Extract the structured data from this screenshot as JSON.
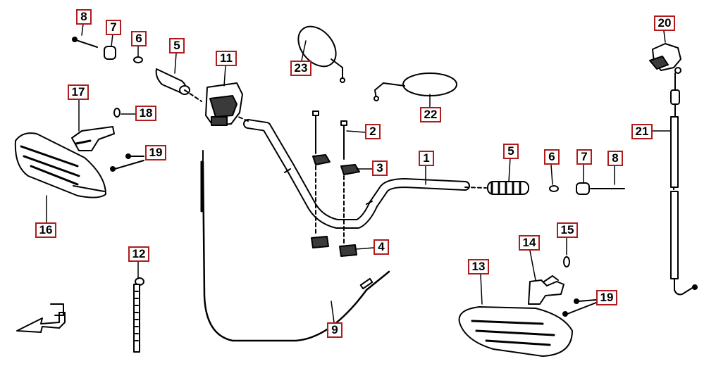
{
  "diagram": {
    "callouts": [
      "1",
      "2",
      "3",
      "4",
      "5",
      "5",
      "6",
      "6",
      "7",
      "7",
      "8",
      "8",
      "9",
      "11",
      "12",
      "13",
      "14",
      "15",
      "16",
      "17",
      "18",
      "19",
      "19",
      "20",
      "21",
      "22",
      "23"
    ],
    "colors": {
      "callout_border": "#b01b1b",
      "line": "#000000",
      "part_fill": "#ffffff",
      "part_dark": "#3a3a3a"
    }
  }
}
